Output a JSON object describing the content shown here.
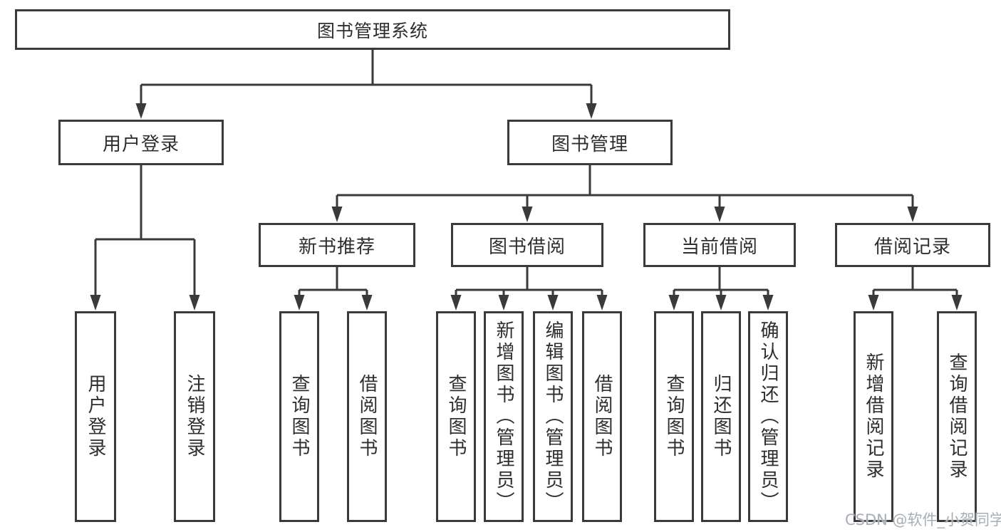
{
  "tree": {
    "label": "图书管理系统",
    "children": [
      {
        "label": "用户登录",
        "children": [
          {
            "label": "用户登录"
          },
          {
            "label": "注销登录"
          }
        ]
      },
      {
        "label": "图书管理",
        "children": [
          {
            "label": "新书推荐",
            "children": [
              {
                "label": "查询图书"
              },
              {
                "label": "借阅图书"
              }
            ]
          },
          {
            "label": "图书借阅",
            "children": [
              {
                "label": "查询图书"
              },
              {
                "label": "新增图书（管理员）"
              },
              {
                "label": "编辑图书（管理员）"
              },
              {
                "label": "借阅图书"
              }
            ]
          },
          {
            "label": "当前借阅",
            "children": [
              {
                "label": "查询图书"
              },
              {
                "label": "归还图书"
              },
              {
                "label": "确认归还（管理员）"
              }
            ]
          },
          {
            "label": "借阅记录",
            "children": [
              {
                "label": "新增借阅记录"
              },
              {
                "label": "查询借阅记录"
              }
            ]
          }
        ]
      }
    ]
  },
  "watermark": {
    "text": "CSDN @软件_小贺同学",
    "color": "#a9aeb4"
  },
  "colors": {
    "line": "#3a3a3a",
    "box_border": "#3a3a3a",
    "text": "#2e2e2e",
    "background": "#ffffff"
  }
}
